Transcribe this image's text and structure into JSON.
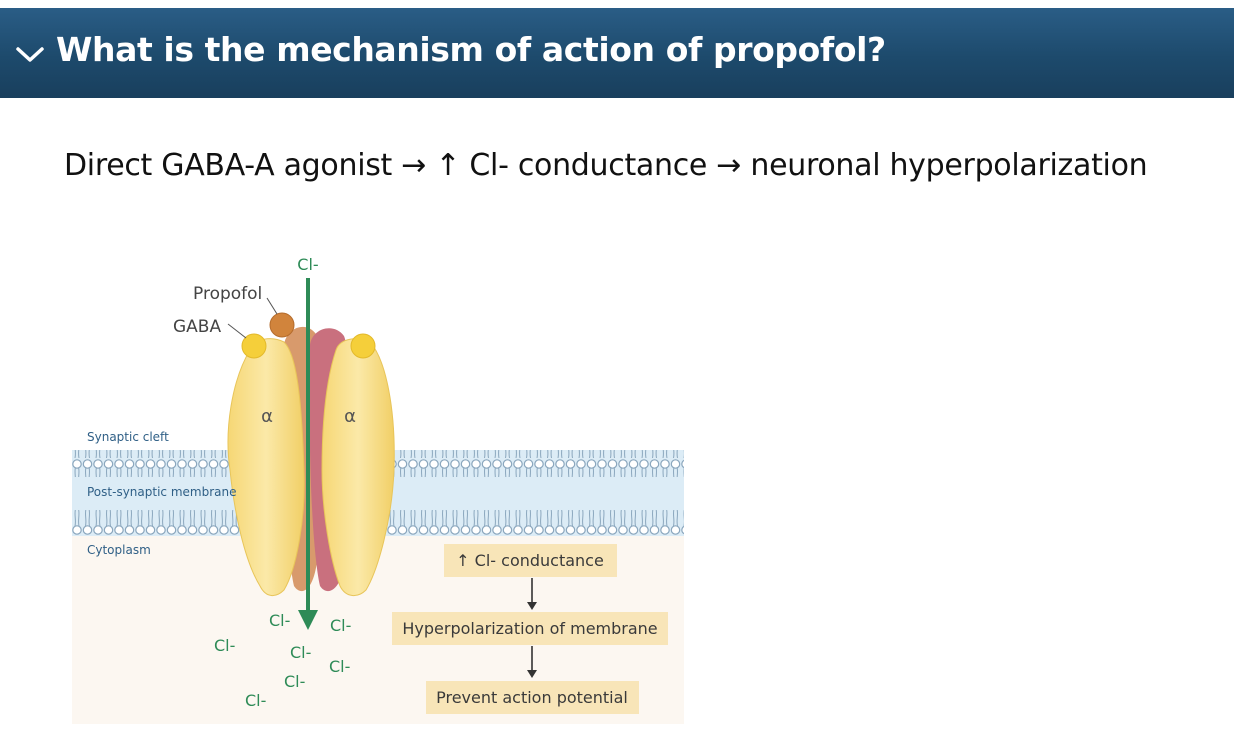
{
  "header": {
    "title": "What is the mechanism of action of propofol?",
    "chevron_icon": "chevron-down-icon",
    "background_color": "#1f4c6f"
  },
  "answer": {
    "text": "Direct GABA-A agonist → ↑ Cl- conductance → neuronal hyperpolarization"
  },
  "figure": {
    "labels": {
      "propofol": "Propofol",
      "gaba": "GABA",
      "alpha_left": "α",
      "alpha_right": "α",
      "synaptic_cleft": "Synaptic cleft",
      "post_synaptic_membrane": "Post-synaptic membrane",
      "cytoplasm": "Cytoplasm",
      "chloride_top": "Cl-",
      "chloride_ions": [
        "Cl-",
        "Cl-",
        "Cl-",
        "Cl-",
        "Cl-",
        "Cl-",
        "Cl-"
      ]
    },
    "flow_steps": [
      "↑ Cl- conductance",
      "Hyperpolarization of membrane",
      "Prevent action potential"
    ],
    "colors": {
      "chloride": "#2e8b57",
      "subunit_fill": "#f7df8c",
      "flow_box": "#f8e5b8",
      "membrane": "#dcecf6",
      "cytoplasm": "#fcf7f1"
    }
  }
}
